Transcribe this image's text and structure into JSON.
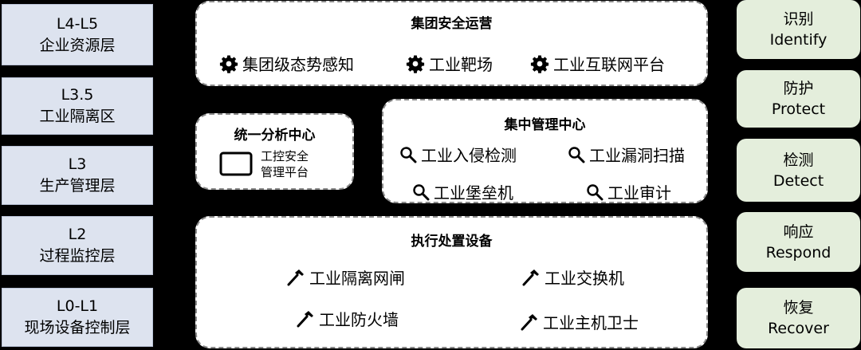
{
  "layers": [
    {
      "line1": "L4-L5",
      "line2": "企业资源层"
    },
    {
      "line1": "L3.5",
      "line2": "工业隔离区"
    },
    {
      "line1": "L3",
      "line2": "生产管理层"
    },
    {
      "line1": "L2",
      "line2": "过程监控层"
    },
    {
      "line1": "L0-L1",
      "line2": "现场设备控制层"
    }
  ],
  "functions": [
    {
      "cn": "识别",
      "en": "Identify"
    },
    {
      "cn": "防护",
      "en": "Protect"
    },
    {
      "cn": "检测",
      "en": "Detect"
    },
    {
      "cn": "响应",
      "en": "Respond"
    },
    {
      "cn": "恢复",
      "en": "Recover"
    }
  ],
  "group_ops": {
    "title": "集团安全运营",
    "items": [
      "集团级态势感知",
      "工业靶场",
      "工业互联网平台"
    ]
  },
  "analysis": {
    "title": "统一分析中心",
    "platform_line1": "工控安全",
    "platform_line2": "管理平台"
  },
  "mgmt": {
    "title": "集中管理中心",
    "items": [
      "工业入侵检测",
      "工业漏洞扫描",
      "工业堡垒机",
      "工业审计"
    ]
  },
  "exec": {
    "title": "执行处置设备",
    "items": [
      "工业隔离网闸",
      "工业交换机",
      "工业防火墙",
      "工业主机卫士"
    ]
  },
  "icons": {
    "group_ops": "gear-icon",
    "analysis": "monitor-icon",
    "mgmt": "magnifier-icon",
    "exec": "hammer-icon"
  },
  "colors": {
    "layer_bg": "#dde3ef",
    "function_bg": "#e4eedc",
    "panel_bg": "#ffffff",
    "background": "#000000"
  }
}
